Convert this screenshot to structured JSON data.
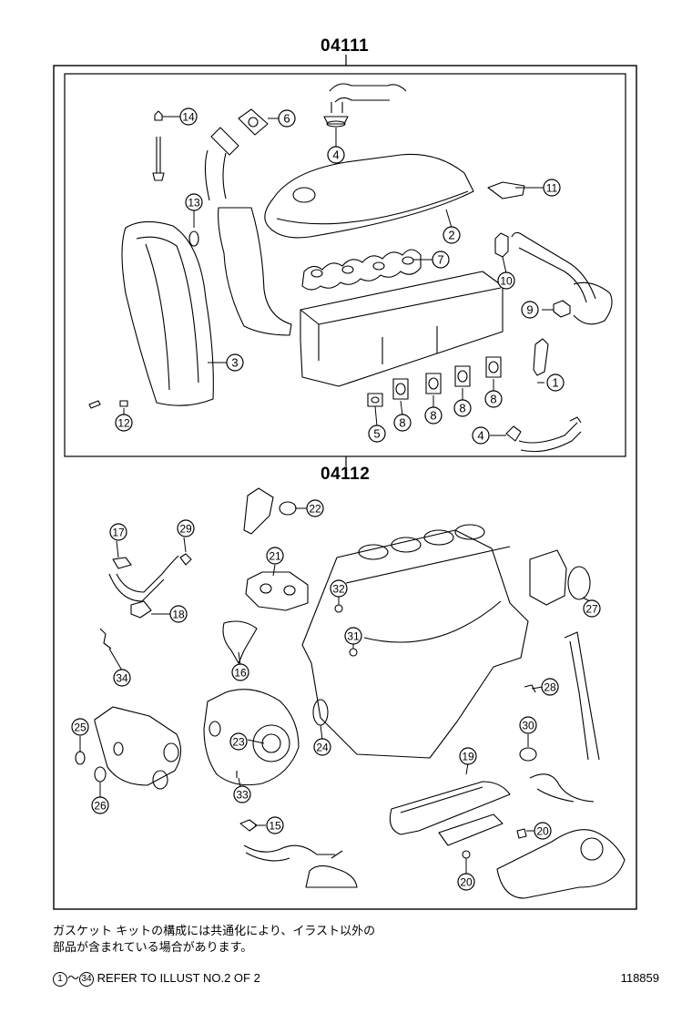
{
  "kits": {
    "upper": "04111",
    "lower": "04112"
  },
  "callouts_upper": [
    {
      "num": "14"
    },
    {
      "num": "6"
    },
    {
      "num": "4"
    },
    {
      "num": "13"
    },
    {
      "num": "11"
    },
    {
      "num": "2"
    },
    {
      "num": "10"
    },
    {
      "num": "7"
    },
    {
      "num": "9"
    },
    {
      "num": "3"
    },
    {
      "num": "1"
    },
    {
      "num": "12"
    },
    {
      "num": "5"
    },
    {
      "num": "8"
    },
    {
      "num": "8"
    },
    {
      "num": "8"
    },
    {
      "num": "8"
    },
    {
      "num": "4"
    }
  ],
  "callouts_lower": [
    {
      "num": "22"
    },
    {
      "num": "17"
    },
    {
      "num": "29"
    },
    {
      "num": "21"
    },
    {
      "num": "27"
    },
    {
      "num": "32"
    },
    {
      "num": "18"
    },
    {
      "num": "31"
    },
    {
      "num": "16"
    },
    {
      "num": "34"
    },
    {
      "num": "28"
    },
    {
      "num": "25"
    },
    {
      "num": "30"
    },
    {
      "num": "23"
    },
    {
      "num": "24"
    },
    {
      "num": "19"
    },
    {
      "num": "26"
    },
    {
      "num": "33"
    },
    {
      "num": "15"
    },
    {
      "num": "20"
    },
    {
      "num": "20"
    }
  ],
  "note": {
    "line1": "ガスケット キットの構成には共通化により、イラスト以外の",
    "line2": "部品が含まれている場合があります。"
  },
  "footer": {
    "range_start": "1",
    "range_end": "34",
    "tilde": "～",
    "reference": "REFER TO ILLUST NO.2 OF 2",
    "illustration_number": "118859"
  }
}
